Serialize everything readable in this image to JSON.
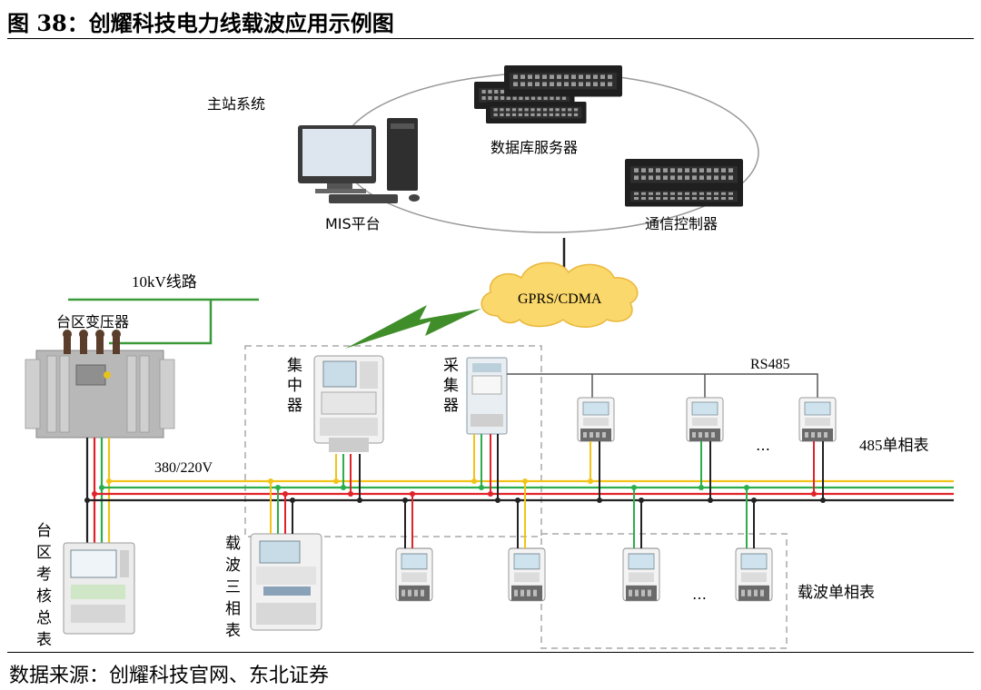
{
  "figure": {
    "title": "图 38：创耀科技电力线载波应用示例图",
    "source": "数据来源：创耀科技官网、东北证券"
  },
  "labels": {
    "master_station": "主站系统",
    "db_server": "数据库服务器",
    "mis": "MIS平台",
    "comm_controller": "通信控制器",
    "line_10kv": "10kV线路",
    "cloud": "GPRS/CDMA",
    "transformer": "台区变压器",
    "concentrator": "集中器",
    "collector": "采集器",
    "rs485": "RS485",
    "meter_485": "485单相表",
    "voltage": "380/220V",
    "carrier_three_phase": "载波三相表",
    "area_meter": "台区考核总表",
    "carrier_single": "载波单相表",
    "dots": "…"
  },
  "colors": {
    "yellow": "#f2c318",
    "green": "#2cae4d",
    "red": "#e0232a",
    "black": "#222222",
    "ellipse": "#999999",
    "cloud": "#fbd86b",
    "bolt": "#3f8e2a",
    "dash": "#a8a8a8",
    "power_green": "#3a9a3a"
  }
}
